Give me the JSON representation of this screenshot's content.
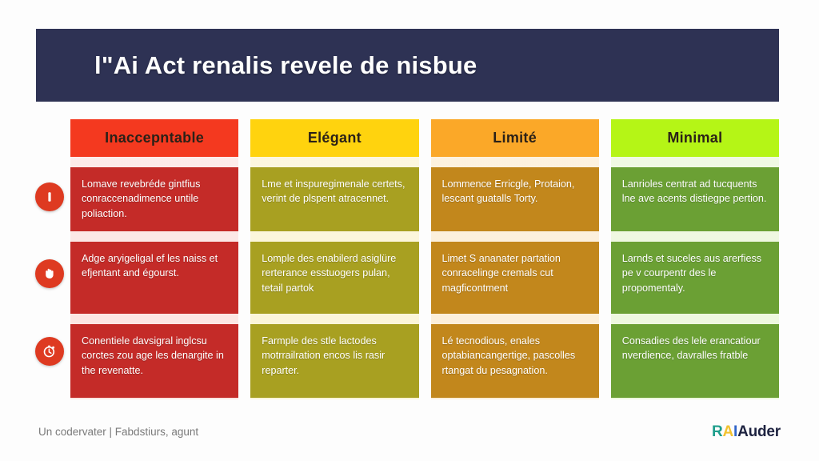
{
  "title": {
    "text": "l\"Ai Act renalis revele de nisbue",
    "banner_color": "#2e3254",
    "text_color": "#ffffff"
  },
  "matrix": {
    "columns": [
      {
        "header": "Inaccepntable",
        "header_bg": "#f4391f",
        "strip_top": "#fdeceb",
        "strip_bottom": "#fbe3e0",
        "cell_bg": "#c42b28",
        "cells": [
          "Lomave revebréde gintfius conraccenadimence untile poliaction.",
          "Adge aryigeligal ef les naiss et efjentant and égourst.",
          "Conentiele davsigral inglcsu corctes zou age les denargite in the revenatte."
        ]
      },
      {
        "header": "Elégant",
        "header_bg": "#ffd30e",
        "strip_top": "#fdf7df",
        "strip_bottom": "#faf4d6",
        "cell_bg": "#a8a021",
        "cells": [
          "Lme et inspuregimenale certets, verint de plspent atracennet.",
          "Lomple des enabilerd asiglüre rerterance esstuogers pulan, tetail partok",
          "Farmple des stle lactodes motrrailration encos lis rasir reparter."
        ]
      },
      {
        "header": "Limité",
        "header_bg": "#fba828",
        "strip_top": "#fdf2e0",
        "strip_bottom": "#fbeed8",
        "cell_bg": "#c2871c",
        "cells": [
          "Lommence Erricgle, Protaion, lescant guatalls Torty.",
          "Limet S ananater partation conracelinge cremals cut magficontment",
          "Lé tecnodious, enales optabiancangertige, pascolles rtangat du pesagnation."
        ]
      },
      {
        "header": "Minimal",
        "header_bg": "#b5f516",
        "strip_top": "#f1f9e4",
        "strip_bottom": "#edf7dd",
        "cell_bg": "#6ba034",
        "cells": [
          "Lanrioles centrat ad tucquents lne ave acents distiegpe pertion.",
          "Larnds et suceles aus arerfiess pe v courpentr des le propomentaly.",
          "Consadies des lele erancatiour nverdience, davralles fratble"
        ]
      }
    ],
    "row_icons": [
      {
        "name": "info-bar-icon",
        "glyph": "I"
      },
      {
        "name": "raised-hand-icon",
        "glyph": "hand"
      },
      {
        "name": "stopwatch-icon",
        "glyph": "timer"
      }
    ],
    "icon_color": "#de3a21"
  },
  "footer": {
    "note": "Un codervater | Fabdstiurs, agunt",
    "logo": {
      "r": "R",
      "a": "A",
      "i": "I",
      "rest": "Auder",
      "r_color": "#1f9e8c",
      "a_color": "#f2c230",
      "i_color": "#2f64c8",
      "rest_color": "#1d2240"
    }
  }
}
